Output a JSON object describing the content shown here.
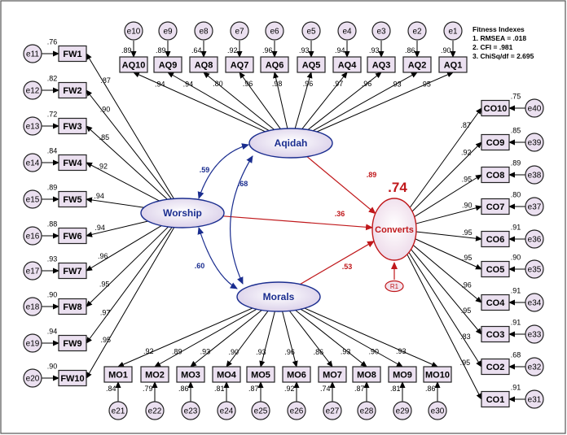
{
  "latents": {
    "aqidah": "Aqidah",
    "worship": "Worship",
    "morals": "Morals",
    "converts": "Converts"
  },
  "r_squared": ".74",
  "residual": "R1",
  "structural": {
    "aqidah_converts": ".89",
    "worship_converts": ".36",
    "morals_converts": ".53",
    "worship_aqidah": ".59",
    "aqidah_morals": ".68",
    "worship_morals": ".60"
  },
  "fitness": {
    "title": "Fitness Indexes",
    "lines": [
      "1. RMSEA = .018",
      "2. CFI = .981",
      "3. ChiSq/df = 2.695"
    ]
  },
  "aq_items": [
    {
      "label": "AQ10",
      "error": "e10",
      "loading": ".94",
      "r2": ".89"
    },
    {
      "label": "AQ9",
      "error": "e9",
      "loading": ".94",
      "r2": ".89"
    },
    {
      "label": "AQ8",
      "error": "e8",
      "loading": ".80",
      "r2": ".64"
    },
    {
      "label": "AQ7",
      "error": "e7",
      "loading": ".96",
      "r2": ".92"
    },
    {
      "label": "AQ6",
      "error": "e6",
      "loading": ".98",
      "r2": ".96"
    },
    {
      "label": "AQ5",
      "error": "e5",
      "loading": ".96",
      "r2": ".93"
    },
    {
      "label": "AQ4",
      "error": "e4",
      "loading": ".97",
      "r2": ".94"
    },
    {
      "label": "AQ3",
      "error": "e3",
      "loading": ".96",
      "r2": ".93"
    },
    {
      "label": "AQ2",
      "error": "e2",
      "loading": ".93",
      "r2": ".86"
    },
    {
      "label": "AQ1",
      "error": "e1",
      "loading": ".95",
      "r2": ".90"
    }
  ],
  "fw_items": [
    {
      "label": "FW1",
      "error": "e11",
      "loading": ".87",
      "r2": ".76"
    },
    {
      "label": "FW2",
      "error": "e12",
      "loading": ".90",
      "r2": ".82"
    },
    {
      "label": "FW3",
      "error": "e13",
      "loading": ".85",
      "r2": ".72"
    },
    {
      "label": "FW4",
      "error": "e14",
      "loading": ".92",
      "r2": ".84"
    },
    {
      "label": "FW5",
      "error": "e15",
      "loading": ".94",
      "r2": ".89"
    },
    {
      "label": "FW6",
      "error": "e16",
      "loading": ".94",
      "r2": ".88"
    },
    {
      "label": "FW7",
      "error": "e17",
      "loading": ".96",
      "r2": ".93"
    },
    {
      "label": "FW8",
      "error": "e18",
      "loading": ".95",
      "r2": ".90"
    },
    {
      "label": "FW9",
      "error": "e19",
      "loading": ".97",
      "r2": ".94"
    },
    {
      "label": "FW10",
      "error": "e20",
      "loading": ".95",
      "r2": ".90"
    }
  ],
  "mo_items": [
    {
      "label": "MO1",
      "error": "e21",
      "loading": ".92",
      "r2": ".84"
    },
    {
      "label": "MO2",
      "error": "e22",
      "loading": ".89",
      "r2": ".79"
    },
    {
      "label": "MO3",
      "error": "e23",
      "loading": ".93",
      "r2": ".86"
    },
    {
      "label": "MO4",
      "error": "e24",
      "loading": ".90",
      "r2": ".81"
    },
    {
      "label": "MO5",
      "error": "e25",
      "loading": ".93",
      "r2": ".87"
    },
    {
      "label": "MO6",
      "error": "e26",
      "loading": ".96",
      "r2": ".92"
    },
    {
      "label": "MO7",
      "error": "e27",
      "loading": ".86",
      "r2": ".74"
    },
    {
      "label": "MO8",
      "error": "e28",
      "loading": ".93",
      "r2": ".87"
    },
    {
      "label": "MO9",
      "error": "e29",
      "loading": ".90",
      "r2": ".81"
    },
    {
      "label": "MO10",
      "error": "e30",
      "loading": ".93",
      "r2": ".86"
    }
  ],
  "co_items": [
    {
      "label": "CO10",
      "error": "e40",
      "loading": ".87",
      "r2": ".75"
    },
    {
      "label": "CO9",
      "error": "e39",
      "loading": ".92",
      "r2": ".85"
    },
    {
      "label": "CO8",
      "error": "e38",
      "loading": ".95",
      "r2": ".89"
    },
    {
      "label": "CO7",
      "error": "e37",
      "loading": ".90",
      "r2": ".80"
    },
    {
      "label": "CO6",
      "error": "e36",
      "loading": ".95",
      "r2": ".91"
    },
    {
      "label": "CO5",
      "error": "e35",
      "loading": ".95",
      "r2": ".90"
    },
    {
      "label": "CO4",
      "error": "e34",
      "loading": ".96",
      "r2": ".91"
    },
    {
      "label": "CO3",
      "error": "e33",
      "loading": ".95",
      "r2": ".91"
    },
    {
      "label": "CO2",
      "error": "e32",
      "loading": ".83",
      "r2": ".68"
    },
    {
      "label": "CO1",
      "error": "e31",
      "loading": ".95",
      "r2": ".91"
    }
  ]
}
